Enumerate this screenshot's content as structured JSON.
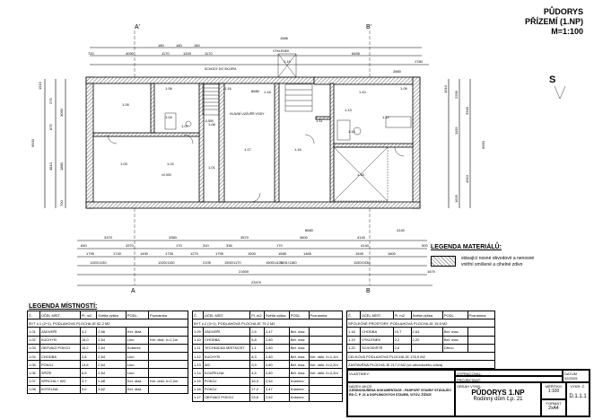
{
  "header": {
    "title1": "PŮDORYS",
    "title2": "PŘÍZEMÍ  (1.NP)",
    "scale": "M=1:100"
  },
  "north_mark": "S",
  "plan": {
    "sections": {
      "a_top": "A'",
      "b_top": "B'",
      "a_bottom": "A",
      "b_bottom": "B"
    },
    "top_dims_row1": [
      "1585"
    ],
    "top_dims_row2": [
      "180",
      "180",
      "180"
    ],
    "top_dims_row3": [
      "720",
      "4090",
      "1170",
      "1200",
      "1170",
      "6495",
      "1780"
    ],
    "top_dims_row4": [
      "8680",
      "1.16",
      "2880"
    ],
    "left_dims": [
      "1915",
      "275",
      "3090",
      "9500",
      "875",
      "4810",
      "1880",
      "700"
    ],
    "right_dims": [
      "1910",
      "2290",
      "3340",
      "9950",
      "1155",
      "4310",
      "1625"
    ],
    "bottom_dims_row1": [
      "3370",
      "3360",
      "3570",
      "3600",
      "8680",
      "4140",
      "4140"
    ],
    "bottom_dims_row2": [
      "640",
      "3370",
      "170",
      "310",
      "336",
      "170",
      "4140",
      "500"
    ],
    "bottom_dims_row3": [
      "1795",
      "1740",
      "1490",
      "1735",
      "1270",
      "1795",
      "1500",
      "1585",
      "1465",
      "1545",
      "1800"
    ],
    "bottom_dims_row4": [
      "1320/1130",
      "1320/1130",
      "2105",
      "1500/1170",
      "1500/1420",
      "1451/1180",
      "1150/1030"
    ],
    "total1": "21600",
    "total2": "23470",
    "right_total": "1670",
    "room_labels": [
      {
        "id": "1.05",
        "note": ""
      },
      {
        "id": "1.06",
        "note": ""
      },
      {
        "id": "1.04",
        "note": ""
      },
      {
        "id": "1.07",
        "note": ""
      },
      {
        "id": "1.02",
        "note": ""
      },
      {
        "id": "1.03",
        "note": ""
      },
      {
        "id": "1.01",
        "note": ""
      },
      {
        "id": "1.08",
        "note": ""
      },
      {
        "id": "1.17",
        "note": ""
      },
      {
        "id": "1.16",
        "note": ""
      },
      {
        "id": "1.15",
        "note": ""
      },
      {
        "id": "1.14",
        "note": ""
      },
      {
        "id": "1.13",
        "note": ""
      },
      {
        "id": "1.12",
        "note": ""
      },
      {
        "id": "1.11",
        "note": ""
      },
      {
        "id": "1.10",
        "note": ""
      },
      {
        "id": "1.09",
        "note": ""
      },
      {
        "id": "1.18",
        "note": ""
      },
      {
        "id": "1.19",
        "note": ""
      }
    ],
    "notes": {
      "stairs": "SCHODY DO SKLEPA",
      "water": "HLAVNÍ UZÁVĚR VODY",
      "vyklenek": "VÝKLENEK",
      "level1": "±0,000",
      "level2": "-0,550"
    }
  },
  "legend_materials": {
    "title": "LEGENDA MATERIÁLŮ:",
    "items": [
      {
        "desc": "stávající nosné obvodové a nenosné vnitřní smíšené a cihelné zdivo"
      }
    ]
  },
  "legend_rooms": {
    "title": "LEGENDA MÍSTNOSTÍ:",
    "headers": [
      "Č.",
      "ÚČEL MÍST.",
      "Pl. m2",
      "Světlá výška",
      "PODL.",
      "Poznámka"
    ],
    "flat1": {
      "caption": "BYT č.1 (2+1), PODLAHOVÁ PLOCHA JE 62,2 M2",
      "rows": [
        [
          "1.01",
          "ZÁDVEŘÍ",
          "4,2",
          "2,66",
          "Ker. dlaž.",
          ""
        ],
        [
          "1.02",
          "KUCHYŇ",
          "16,0",
          "2,64",
          "Lino",
          "Ker. dlaž. h=1,1m"
        ],
        [
          "1.03",
          "OBÝVACÍ POKOJ",
          "16,2",
          "2,64",
          "Koberec",
          ""
        ],
        [
          "1.04",
          "CHODBA",
          "2,6",
          "2,64",
          "Lino",
          ""
        ],
        [
          "1.05",
          "POKOJ",
          "13,6",
          "2,64",
          "Lino",
          ""
        ],
        [
          "1.06",
          "SPÍŽE",
          "6,9",
          "2,64",
          "Lino",
          ""
        ],
        [
          "1.07",
          "SPRCHA + WC",
          "3,7",
          "2,68",
          "Ker. dlaž.",
          "Ker. obkl. h=2,2m"
        ],
        [
          "1.08",
          "KOTELNA",
          "9,0",
          "3,62",
          "Ker. dlaž.",
          ""
        ]
      ]
    },
    "flat2": {
      "caption": "BYT č.2 (3+1), PODLAHOVÁ PLOCHA JE 79,2 M2",
      "rows": [
        [
          "1.09",
          "ZÁDVEŘÍ",
          "2,5",
          "2,47",
          "Bet. maz.",
          ""
        ],
        [
          "1.10",
          "CHODBA",
          "5,8",
          "2,80",
          "Bet. maz.",
          ""
        ],
        [
          "1.11",
          "TECHNICKÁ MÍSTNOST",
          "1,1",
          "2,80",
          "Bet. maz.",
          ""
        ],
        [
          "1.12",
          "KUCHYŇ",
          "8,3",
          "2,80",
          "Bet. maz.",
          "Ker. obkl. h=1,1m"
        ],
        [
          "1.13",
          "WC",
          "0,9",
          "2,80",
          "Bet. maz.",
          "Ker. obkl. h=2,2m"
        ],
        [
          "1.14",
          "KOUPELNA",
          "4,5",
          "2,80",
          "Bet. maz.",
          "Ker. obkl. h=2,2m"
        ],
        [
          "1.15",
          "POKOJ",
          "15,3",
          "2,54",
          "Koberec",
          ""
        ],
        [
          "1.16",
          "POKOJ",
          "17,2",
          "2,47",
          "Koberec",
          ""
        ],
        [
          "1.17",
          "OBÝVACÍ POKOJ",
          "23,6",
          "2,52",
          "Koberec",
          ""
        ]
      ]
    },
    "common": {
      "caption": "SPOLEČNÉ PROSTORY, PODLAHOVÁ PLOCHA JE 15,5 M2",
      "rows": [
        [
          "1.18",
          "CHODBA",
          "10,7",
          "2,64",
          "Bet. maz.",
          ""
        ],
        [
          "1.19",
          "VÝKLENEK",
          "2,2",
          "2,20",
          "Bet. maz.",
          ""
        ],
        [
          "1.20",
          "SCHODIŠTĚ",
          "2,6",
          "",
          "Dřevo",
          ""
        ]
      ],
      "total1": "CELKOVÁ PODLAHOVÁ PLOCHA JE 176,9 M2",
      "total2": "ZASTAVĚNÁ PLOCHA JE 217,0 M2 (vč.obvodového zdiva)"
    }
  },
  "title_block": {
    "owner_label": "VLASTNÍKY:",
    "designer_label": "VYPRACOVAL:",
    "project_label": "PROJEKTANT:",
    "date_label": "DATUM",
    "date": "02/2025",
    "task_label": "NÁZEV AKCE:",
    "task": "ZJEDNODUŠENÁ DOKUMENTACE - PASPORT STAVBY STÁVAJÍCÍ RD Č. P. 21 A DOPLŇKOVÝCH STAVEB, VITOV, ŽIŽICE",
    "content_label": "OBSAH VÝKR.:",
    "drawing_title": "PŮDORYS 1.NP",
    "drawing_sub": "Rodinný dům č.p. 21",
    "scale_label": "MĚŘÍTKO",
    "scale": "1:100",
    "format_label": "FORMÁT",
    "format": "2xA4",
    "sheet_label": "VÝKR. Č.",
    "sheet": "D.1.1.1"
  }
}
